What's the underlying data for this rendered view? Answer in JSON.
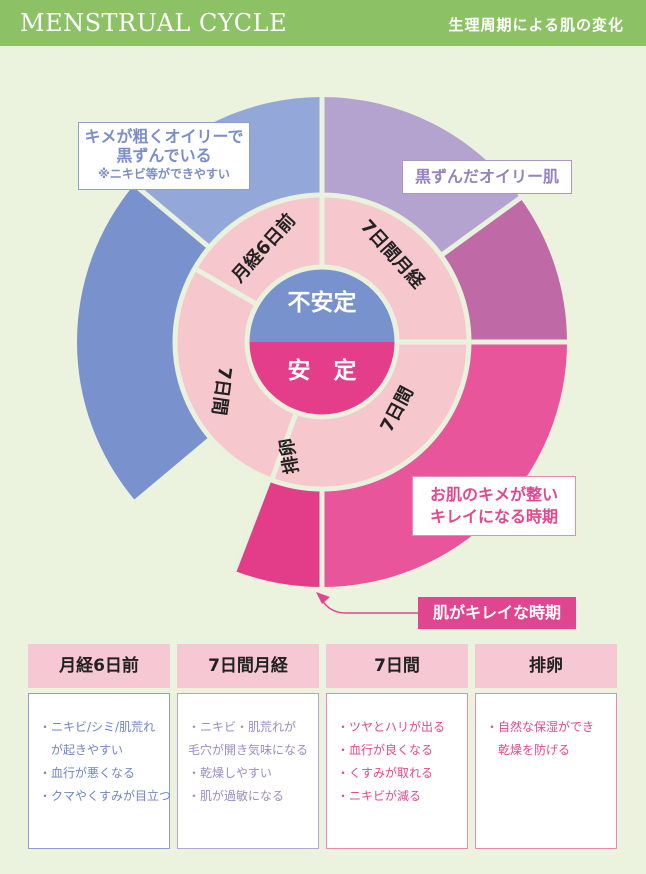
{
  "header": {
    "title": "MENSTRUAL CYCLE",
    "subtitle": "生理周期による肌の変化"
  },
  "wheel": {
    "center_top": "不安定",
    "center_bottom": "安　定",
    "ring_labels": {
      "premenstrual": "月経6日前",
      "menstruation": "7日間月経",
      "after": "7日間",
      "ovulation": "排卵",
      "before": "7日間"
    },
    "colors": {
      "outer_blue_light": "#93a8d8",
      "outer_blue": "#7991cc",
      "outer_lavender": "#b4a2cf",
      "outer_purple": "#bf6aa7",
      "outer_pink": "#e8559a",
      "outer_magenta": "#e33d89",
      "ring": "#f6c7cd",
      "center_blue": "#7792cd",
      "center_pink": "#e43e8b",
      "divider": "#e9f2dd"
    }
  },
  "callouts": {
    "blue_line1": "キメが粗くオイリーで",
    "blue_line2": "黒ずんでいる",
    "blue_note": "※ニキビ等ができやすい",
    "purple": "黒ずんだオイリー肌",
    "pink_line1": "お肌のキメが整い",
    "pink_line2": "キレイになる時期",
    "magenta": "肌がキレイな時期"
  },
  "cards": [
    {
      "title": "月経6日前",
      "items": [
        "・ニキビ/シミ/肌荒れ",
        "　が起きやすい",
        "・血行が悪くなる",
        "・クマやくすみが目立つ"
      ]
    },
    {
      "title": "7日間月経",
      "items": [
        "・ニキビ・肌荒れが",
        "毛穴が開き気味になる",
        "・乾燥しやすい",
        "・肌が過敏になる"
      ]
    },
    {
      "title": "7日間",
      "items": [
        "・ツヤとハリが出る",
        "・血行が良くなる",
        "・くすみが取れる",
        "・ニキビが減る"
      ]
    },
    {
      "title": "排卵",
      "items": [
        "・自然な保湿ができ",
        "　乾燥を防げる"
      ]
    }
  ]
}
